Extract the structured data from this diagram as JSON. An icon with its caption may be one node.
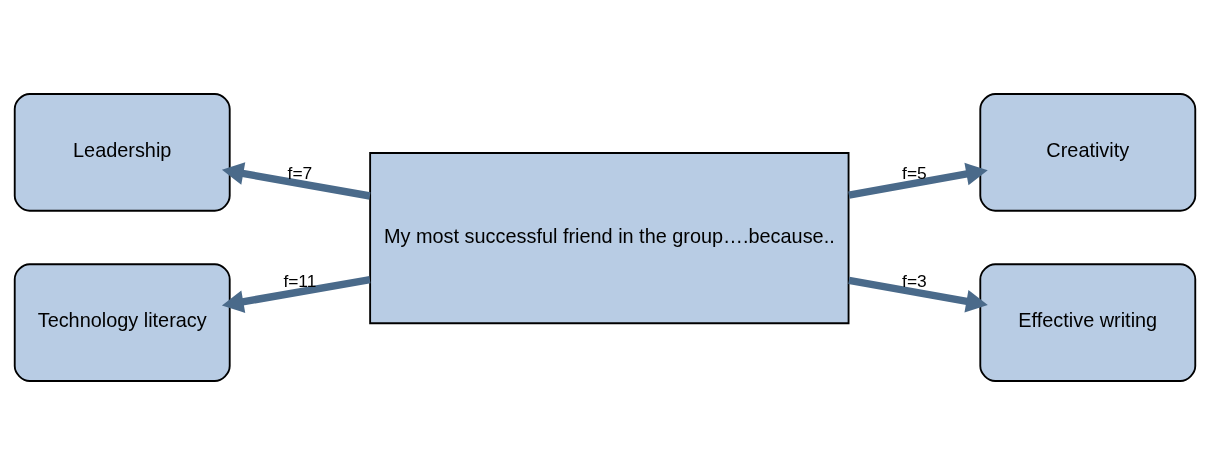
{
  "diagram": {
    "nodes": [
      {
        "text": [
          "Leadership"
        ]
      },
      {
        "text": [
          "Creativity"
        ]
      },
      {
        "text": [
          "My most successful friend in the group….because.."
        ]
      },
      {
        "text": [
          "Technology literacy"
        ]
      },
      {
        "text": [
          "Effective writing"
        ]
      }
    ],
    "edges": [
      {
        "from": 2,
        "to": 0,
        "arrow": "to",
        "label": "f=7"
      },
      {
        "from": 2,
        "to": 1,
        "arrow": "to",
        "label": "f=5"
      },
      {
        "from": 2,
        "to": 3,
        "arrow": "to",
        "label": "f=11"
      },
      {
        "from": 2,
        "to": 4,
        "arrow": "to",
        "label": "f=3"
      }
    ]
  }
}
